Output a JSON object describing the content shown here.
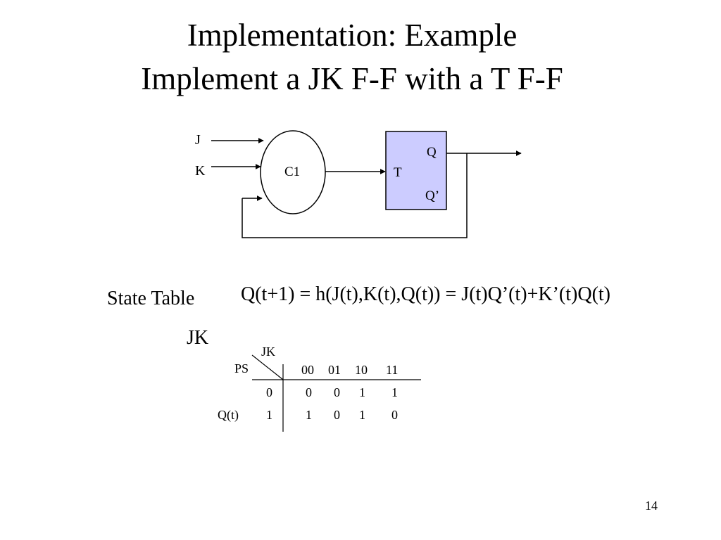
{
  "slide": {
    "title_line1": "Implementation: Example",
    "title_line2": "Implement a JK F-F with a T F-F",
    "page_number": "14"
  },
  "circuit": {
    "input_j": "J",
    "input_k": "K",
    "block_c1": "C1",
    "ff_input": "T",
    "ff_output_q": "Q",
    "ff_output_q_bar": "Q’",
    "ff_fill_color": "#ccccff"
  },
  "state_table": {
    "label": "State Table",
    "equation": "Q(t+1) = h(J(t),K(t),Q(t)) = J(t)Q’(t)+K’(t)Q(t)",
    "jk_outer_label": "JK",
    "corner_col_label": "JK",
    "corner_row_label": "PS",
    "row_axis_label": "Q(t)",
    "columns": [
      "00",
      "01",
      "10",
      "11"
    ],
    "rows": [
      {
        "ps": "0",
        "values": [
          "0",
          "0",
          "1",
          "1"
        ]
      },
      {
        "ps": "1",
        "values": [
          "1",
          "0",
          "1",
          "0"
        ]
      }
    ]
  }
}
